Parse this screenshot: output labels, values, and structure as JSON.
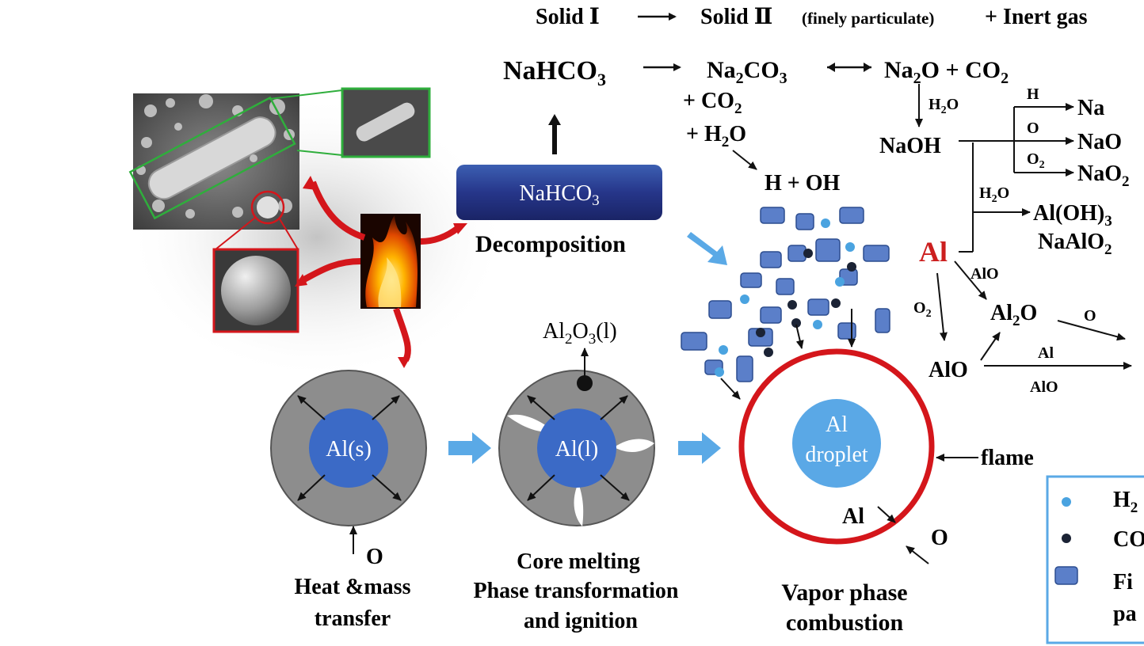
{
  "header": {
    "solid_one": "Solid Ⅰ",
    "solid_two": "Solid Ⅱ",
    "finely": "(finely particulate)",
    "plus_inert": "+ Inert gas"
  },
  "reactions": {
    "nahco3_main": "NaHCO",
    "na2co3": "Na",
    "na2co3_tail": "CO",
    "na2o": "Na",
    "na2o_tail": "O + CO",
    "plus_co2": "+ CO",
    "plus_h2o": "+ H",
    "plus_h2o_tail": "O",
    "h_oh": "H + OH",
    "h2o_label": "H",
    "h2o_label_tail": "O",
    "naoh": "NaOH",
    "h_label": "H",
    "o_label": "O",
    "o2_label": "O",
    "na": "Na",
    "nao": "NaO",
    "nao2": "NaO",
    "h2o_label2": "H",
    "h2o_label2_tail": "O",
    "aloh3": "Al(OH)",
    "naalo2": "NaAlO",
    "al_red": "Al",
    "alo_label": "AlO",
    "o2_label2": "O",
    "al2o": "Al",
    "al2o_tail": "O",
    "o_label2": "O",
    "alo": "AlO",
    "al_label": "Al",
    "alo_label2": "AlO"
  },
  "subscripts": {
    "two": "2",
    "three": "3"
  },
  "labels": {
    "nahco3_box": "NaHCO",
    "decomposition": "Decomposition",
    "al2o3_l": "Al",
    "al2o3_l_mid": "O",
    "al2o3_l_tail": "(l)",
    "al_s": "Al(s)",
    "al_l": "Al(l)",
    "al_droplet_1": "Al",
    "al_droplet_2": "droplet",
    "flame": "flame",
    "al_small": "Al",
    "o_small": "O",
    "o_stage1": "O",
    "stage1_line1": "Heat &mass",
    "stage1_line2": "transfer",
    "stage2_line1": "Core melting",
    "stage2_line2": "Phase transformation",
    "stage2_line3": "and ignition",
    "stage3_line1": "Vapor phase",
    "stage3_line2": "combustion"
  },
  "legend": {
    "h2o": "H",
    "co2": "CO",
    "fine_1": "Fi",
    "fine_2": "pa"
  },
  "colors": {
    "dark_blue": "#22307a",
    "mid_blue": "#4f86d6",
    "light_blue": "#5aa8e6",
    "flame_red": "#d4161b",
    "arrow_blue": "#5aa9e6",
    "gray_shell": "#8d8d8d",
    "particle_blue": "#5b7fc9",
    "dot_light": "#4aa3e0",
    "dot_dark": "#1b2335",
    "red_accent": "#cc1f1f"
  },
  "icons": {
    "sem_images": "sem-micrograph-icon",
    "fire": "fire-icon"
  }
}
